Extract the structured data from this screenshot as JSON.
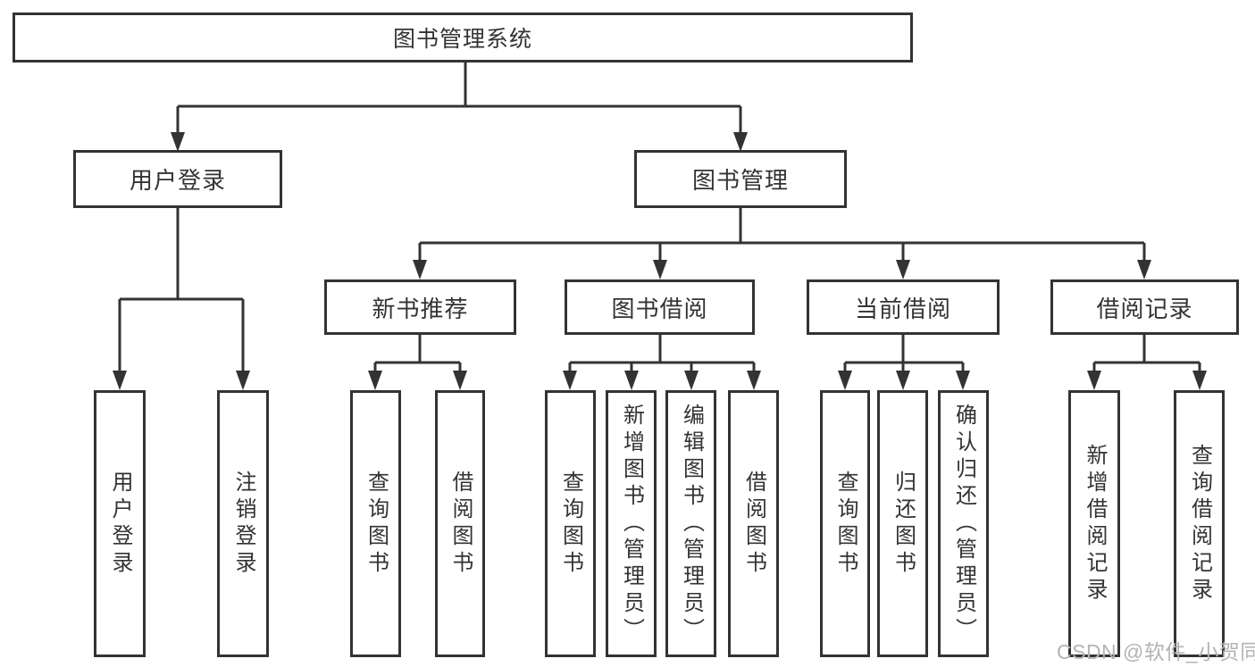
{
  "root_label": "图书管理系统",
  "branches": [
    {
      "label": "用户登录",
      "children": [
        "用户登录",
        "注销登录"
      ]
    },
    {
      "label": "图书管理",
      "sections": [
        {
          "label": "新书推荐",
          "children": [
            "查询图书",
            "借阅图书"
          ]
        },
        {
          "label": "图书借阅",
          "children": [
            "查询图书",
            "新增图书（管理员）",
            "编辑图书（管理员）",
            "借阅图书"
          ]
        },
        {
          "label": "当前借阅",
          "children": [
            "查询图书",
            "归还图书",
            "确认归还（管理员）"
          ]
        },
        {
          "label": "借阅记录",
          "children": [
            "新增借阅记录",
            "查询借阅记录"
          ]
        }
      ]
    }
  ],
  "watermark": "CSDN @软件_小贺同学",
  "colors": {
    "line": "#333333",
    "text": "#333333",
    "watermark": "#b3b3b3",
    "background": "#ffffff"
  }
}
